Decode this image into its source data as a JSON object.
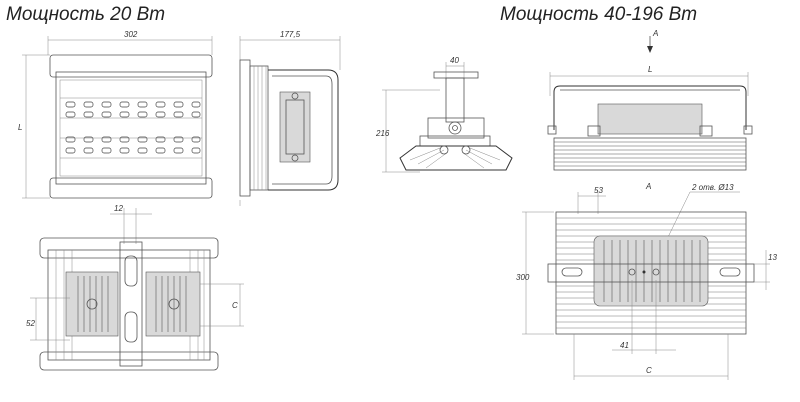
{
  "titles": {
    "left": "Мощность 20 Вт",
    "right": "Мощность 40-196 Вт"
  },
  "dimensions": {
    "left_front_width": "302",
    "left_front_height": "L",
    "left_side_depth": "177,5",
    "left_bottom_top": "12",
    "left_bottom_c": "C",
    "left_bottom_52": "52",
    "right_side_40": "40",
    "right_side_216": "216",
    "right_front_l": "L",
    "right_view_a": "A",
    "right_front_a_label": "A",
    "right_bottom_53": "53",
    "right_bottom_holes": "2 отв. Ø13",
    "right_bottom_300": "300",
    "right_bottom_13": "13",
    "right_bottom_41": "41",
    "right_bottom_c": "C"
  }
}
